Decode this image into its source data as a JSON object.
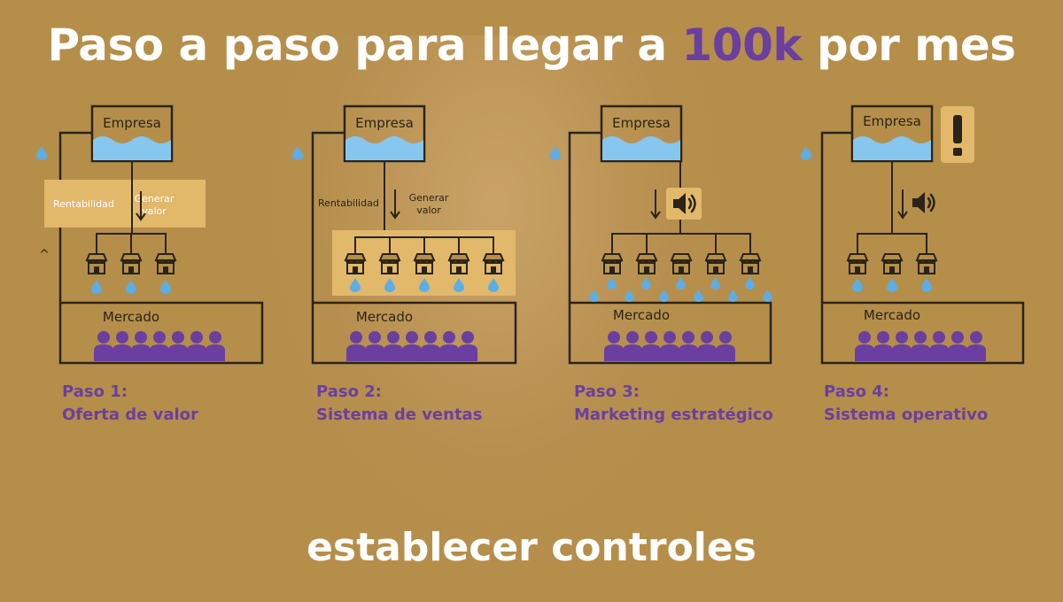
{
  "title": {
    "prefix": "Paso a paso para llegar a ",
    "highlight": "100k",
    "suffix": " por mes"
  },
  "caption": "establecer controles",
  "colors": {
    "purple": "#6A3FA0",
    "water": "#5BAEE6",
    "tank": "#87C6EE",
    "highlight_box": "#E2B86A",
    "line": "#2A2418"
  },
  "labels": {
    "company": "Empresa",
    "market": "Mercado",
    "profitability": "Rentabilidad",
    "generate_line1": "Generar",
    "generate_line2": "valor"
  },
  "icons": [
    "drop-icon",
    "store-icon",
    "person-icon",
    "speaker-icon",
    "exclamation-icon"
  ],
  "steps": [
    {
      "number": "Paso 1:",
      "name": "Oferta de valor"
    },
    {
      "number": "Paso 2:",
      "name": "Sistema de ventas"
    },
    {
      "number": "Paso 3:",
      "name": "Marketing estratégico"
    },
    {
      "number": "Paso 4:",
      "name": "Sistema operativo"
    }
  ]
}
